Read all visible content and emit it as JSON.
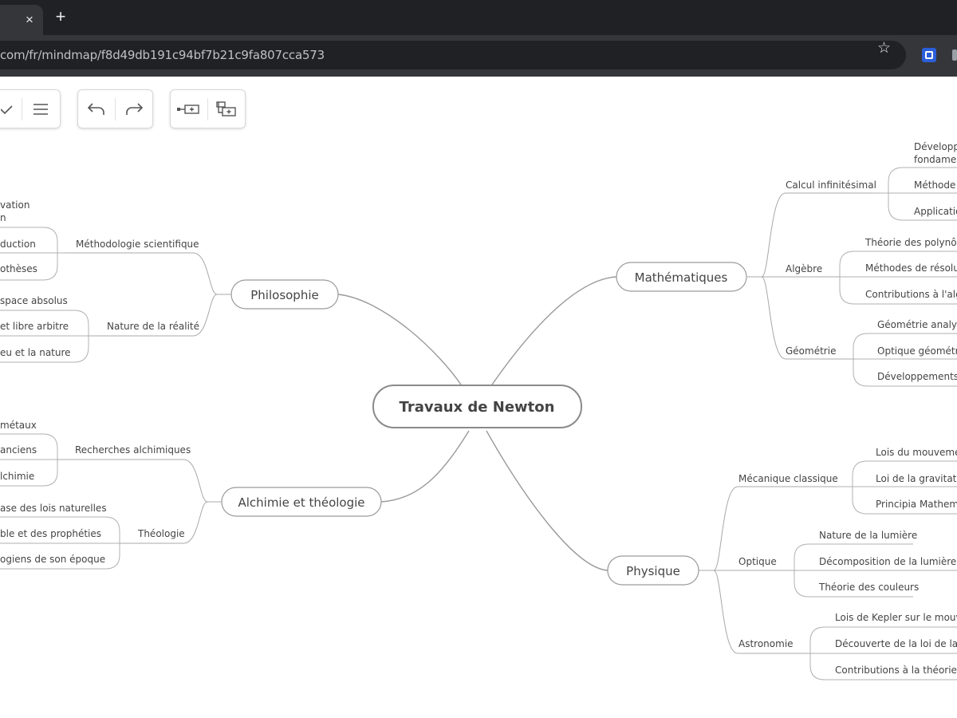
{
  "browser": {
    "tab_close": "×",
    "new_tab": "+",
    "url": "com/fr/mindmap/f8d49db191c94bf7b21c9fa807cca573",
    "star": "☆"
  },
  "mindmap": {
    "root": "Travaux de Newton",
    "branches": {
      "mathematiques": "Mathématiques",
      "physique": "Physique",
      "philosophie": "Philosophie",
      "alchimie": "Alchimie et théologie"
    },
    "sub": {
      "calcul": "Calcul infinitésimal",
      "algebre": "Algèbre",
      "geometrie": "Géométrie",
      "mecanique": "Mécanique classique",
      "optique": "Optique",
      "astronomie": "Astronomie",
      "methodologie": "Méthodologie scientifique",
      "nature_realite": "Nature de la réalité",
      "recherches": "Recherches alchimiques",
      "theologie": "Théologie"
    },
    "leaves": {
      "calcul_1a": "Développe",
      "calcul_1b": "fondamen",
      "calcul_2": "Méthode",
      "calcul_3": "Application",
      "algebre_1": "Théorie des polynôm",
      "algebre_2": "Méthodes de résolut",
      "algebre_3": "Contributions à l'algè",
      "geometrie_1": "Géométrie analyti",
      "geometrie_2": "Optique géométri",
      "geometrie_3": "Développements c",
      "mecanique_1": "Lois du mouvemen",
      "mecanique_2": "Loi de la gravitatio",
      "mecanique_3": "Principia Mathema",
      "optique_1": "Nature de la lumière",
      "optique_2": "Décomposition de la lumière bl",
      "optique_3": "Théorie des couleurs",
      "astronomie_1": "Lois de Kepler sur le mouve",
      "astronomie_2": "Découverte de la loi de la gr",
      "astronomie_3": "Contributions à la théorie d",
      "methodologie_1a": "vation",
      "methodologie_1b": "n",
      "methodologie_2": "duction",
      "methodologie_3": "othèses",
      "nature_1": "space absolus",
      "nature_2": "et libre arbitre",
      "nature_3": "eu et la nature",
      "recherches_1": "métaux",
      "recherches_2": "anciens",
      "recherches_3": "lchimie",
      "theologie_1": "ase des lois naturelles",
      "theologie_2": "ble et des prophéties",
      "theologie_3": "ogiens de son époque"
    }
  }
}
